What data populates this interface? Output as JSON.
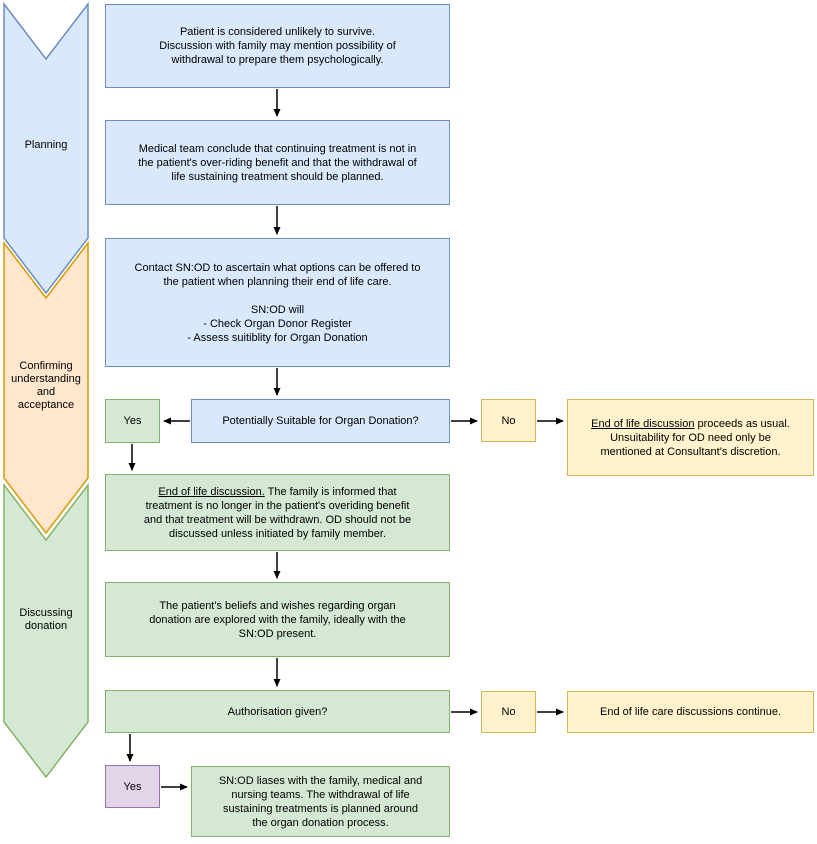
{
  "palette": {
    "blue_fill": "#dae8fc",
    "blue_stroke": "#6c8ebf",
    "green_fill": "#d5e8d4",
    "green_stroke": "#82b366",
    "orange_fill": "#ffe6cc",
    "orange_stroke": "#d79b00",
    "yellow_fill": "#fff2cc",
    "yellow_stroke": "#d6b656",
    "purple_fill": "#e1d5e7",
    "purple_stroke": "#9673a6",
    "arrow_color": "#000000"
  },
  "lanes": {
    "planning": {
      "label": "Planning"
    },
    "confirming": {
      "label": "Confirming\nunderstanding\nand\nacceptance"
    },
    "discussing": {
      "label": "Discussing\ndonation"
    }
  },
  "nodes": {
    "patient_unlikely": {
      "text": "Patient is considered unlikely to survive.\nDiscussion with family may mention possibility of\nwithdrawal to prepare them psychologically."
    },
    "medical_team": {
      "text": "Medical team conclude that continuing treatment is not in\nthe patient's over-riding benefit and that the withdrawal of\nlife sustaining treatment should be planned."
    },
    "contact_snod": {
      "text": "Contact SN:OD to ascertain what options can be offered to\nthe patient when planning their end of life care.\n\nSN:OD will\n- Check Organ Donor Register\n- Assess suitiblity for Organ Donation"
    },
    "suitable_decision": {
      "text": "Potentially Suitable for Organ Donation?"
    },
    "yes_suitable": {
      "text": "Yes"
    },
    "no_suitable": {
      "text": "No"
    },
    "unsuitable_outcome": {
      "underline": "End of life discussion",
      "rest": " proceeds as usual.\nUnsuitability for OD need only be\nmentioned at Consultant's discretion."
    },
    "eol_discussion": {
      "underline": "End of life discussion.",
      "rest": " The family is informed that\ntreatment is no longer in the patient's overiding benefit\nand that treatment will be withdrawn. OD should not be\ndiscussed unless initiated by family member."
    },
    "beliefs_explored": {
      "text": "The patient's beliefs and wishes regarding organ\ndonation are explored with the family, ideally with the\nSN:OD present."
    },
    "authorisation_decision": {
      "text": "Authorisation given?"
    },
    "no_authorisation": {
      "text": "No"
    },
    "continue_outcome": {
      "text": "End of life care discussions continue."
    },
    "yes_authorisation": {
      "text": "Yes"
    },
    "snod_liases": {
      "text": "SN:OD liases with the family, medical and\nnursing teams. The withdrawal of life\nsustaining treatments is planned around\nthe organ donation process."
    }
  }
}
